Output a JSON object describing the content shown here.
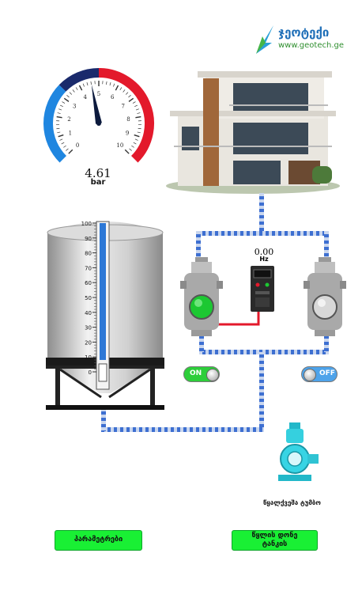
{
  "logo": {
    "brand": "ჯეოტექი",
    "url": "www.geotech.ge"
  },
  "gauge": {
    "value": "4.61",
    "unit": "bar",
    "numeric_value": 4.61,
    "ticks": [
      "0",
      "1",
      "2",
      "3",
      "4",
      "5",
      "6",
      "7",
      "8",
      "9",
      "10"
    ],
    "min": 0,
    "max": 10
  },
  "tank": {
    "scale": [
      "100",
      "90",
      "80",
      "70",
      "60",
      "50",
      "40",
      "30",
      "20",
      "10",
      "0"
    ],
    "level_percent": 8
  },
  "inverter": {
    "frequency": "0.00",
    "unit": "Hz"
  },
  "pumps": {
    "left": {
      "state_label": "ON",
      "indicator": "green"
    },
    "right": {
      "state_label": "OFF",
      "indicator": "gray"
    }
  },
  "booster_pump": {
    "label": "წყალქვეშა ტუმბო"
  },
  "buttons": {
    "parameters": "პარამეტრები",
    "tank_level": "წყლის დონე ტანკის"
  },
  "colors": {
    "pipe_blue": "#3d6fd1",
    "accent_green": "#19f034",
    "gauge_red": "#e3192b",
    "gauge_blue": "#1f86e0"
  }
}
